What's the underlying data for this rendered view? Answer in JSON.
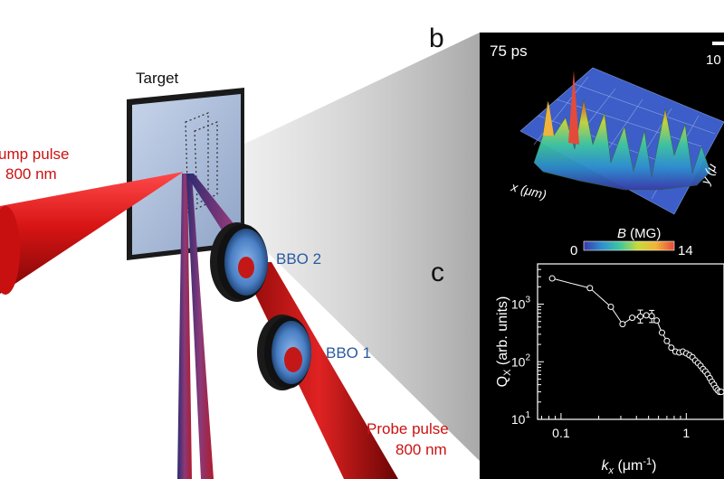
{
  "panel_b": {
    "letter": "b",
    "time_label": "75 ps",
    "scale_label": "10",
    "x_axis_label": "x (μm)",
    "y_axis_label": "y (μ",
    "colorbar": {
      "title_sym": "B",
      "title_unit": " (MG)",
      "min_label": "0",
      "max_label": "14",
      "colors": [
        "#3a3aa8",
        "#2f8fd0",
        "#3fc7a0",
        "#c9d93a",
        "#f2b33a",
        "#e44a3a"
      ]
    }
  },
  "panel_c": {
    "letter": "c"
  },
  "setup": {
    "target_label": "Target",
    "pump_label_line1": "ump pulse",
    "pump_label_line2": "800 nm",
    "bbo2_label": "BBO 2",
    "bbo1_label": "BBO 1",
    "probe_label_line1": "Probe pulse",
    "probe_label_line2": "800 nm"
  },
  "colors": {
    "pump_red": "#cc1111",
    "probe_red": "#b01010",
    "crystal_blue": "#4a7fc4",
    "label_blue": "#2a5aa0"
  },
  "chart_data": {
    "type": "scatter",
    "xlabel_sym": "k",
    "xlabel_sub": "x",
    "xlabel_unit": " (μm",
    "xlabel_exp": "-1",
    "xlabel_close": ")",
    "ylabel_sym": "Q",
    "ylabel_sub": "X",
    "ylabel_unit": " (arb. units)",
    "x_scale": "log",
    "y_scale": "log",
    "xlim": [
      0.065,
      2.0
    ],
    "ylim": [
      10,
      5000
    ],
    "x_ticks": [
      {
        "value": 0.1,
        "label": "0.1"
      },
      {
        "value": 1,
        "label": "1"
      }
    ],
    "y_ticks": [
      {
        "value": 10,
        "base": "10",
        "exp": "1"
      },
      {
        "value": 100,
        "base": "10",
        "exp": "2"
      },
      {
        "value": 1000,
        "base": "10",
        "exp": "3"
      }
    ],
    "points": [
      {
        "x": 0.085,
        "y": 2800
      },
      {
        "x": 0.17,
        "y": 1900
      },
      {
        "x": 0.25,
        "y": 900
      },
      {
        "x": 0.31,
        "y": 450
      },
      {
        "x": 0.37,
        "y": 580
      },
      {
        "x": 0.43,
        "y": 610
      },
      {
        "x": 0.48,
        "y": 640
      },
      {
        "x": 0.53,
        "y": 620
      },
      {
        "x": 0.58,
        "y": 520
      },
      {
        "x": 0.64,
        "y": 320
      },
      {
        "x": 0.7,
        "y": 230
      },
      {
        "x": 0.76,
        "y": 175
      },
      {
        "x": 0.82,
        "y": 150
      },
      {
        "x": 0.88,
        "y": 145
      },
      {
        "x": 0.94,
        "y": 150
      },
      {
        "x": 1.0,
        "y": 140
      },
      {
        "x": 1.06,
        "y": 130
      },
      {
        "x": 1.12,
        "y": 120
      },
      {
        "x": 1.18,
        "y": 105
      },
      {
        "x": 1.24,
        "y": 95
      },
      {
        "x": 1.3,
        "y": 85
      },
      {
        "x": 1.36,
        "y": 75
      },
      {
        "x": 1.42,
        "y": 68
      },
      {
        "x": 1.48,
        "y": 60
      },
      {
        "x": 1.54,
        "y": 52
      },
      {
        "x": 1.6,
        "y": 45
      },
      {
        "x": 1.66,
        "y": 40
      },
      {
        "x": 1.72,
        "y": 35
      },
      {
        "x": 1.78,
        "y": 32
      },
      {
        "x": 1.84,
        "y": 30
      },
      {
        "x": 1.9,
        "y": 30
      }
    ],
    "error_bars": [
      {
        "x": 0.43,
        "y": 610,
        "lo": 470,
        "hi": 790
      },
      {
        "x": 0.53,
        "y": 620,
        "lo": 480,
        "hi": 780
      }
    ]
  }
}
